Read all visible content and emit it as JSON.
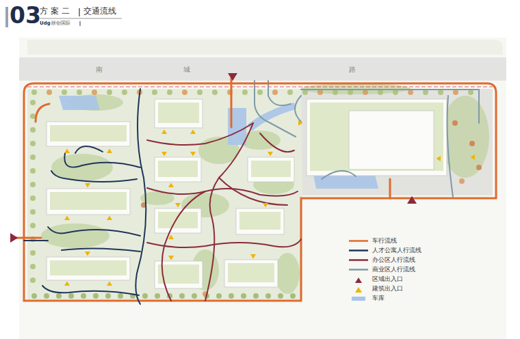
{
  "diagram": {
    "title": "交通流线",
    "labels": [
      "03",
      "方 案 二",
      "Udg",
      "联创国际",
      "南",
      "城",
      "路"
    ],
    "legend": [
      {
        "text": "车行流线"
      },
      {
        "text": "人才公寓人行流线"
      },
      {
        "text": "办公区人行流线"
      },
      {
        "text": "商业区人行流线"
      },
      {
        "text": "区域出入口"
      },
      {
        "text": "建筑出入口"
      },
      {
        "text": "车库",
        "color": "#a9c4e8"
      }
    ]
  }
}
